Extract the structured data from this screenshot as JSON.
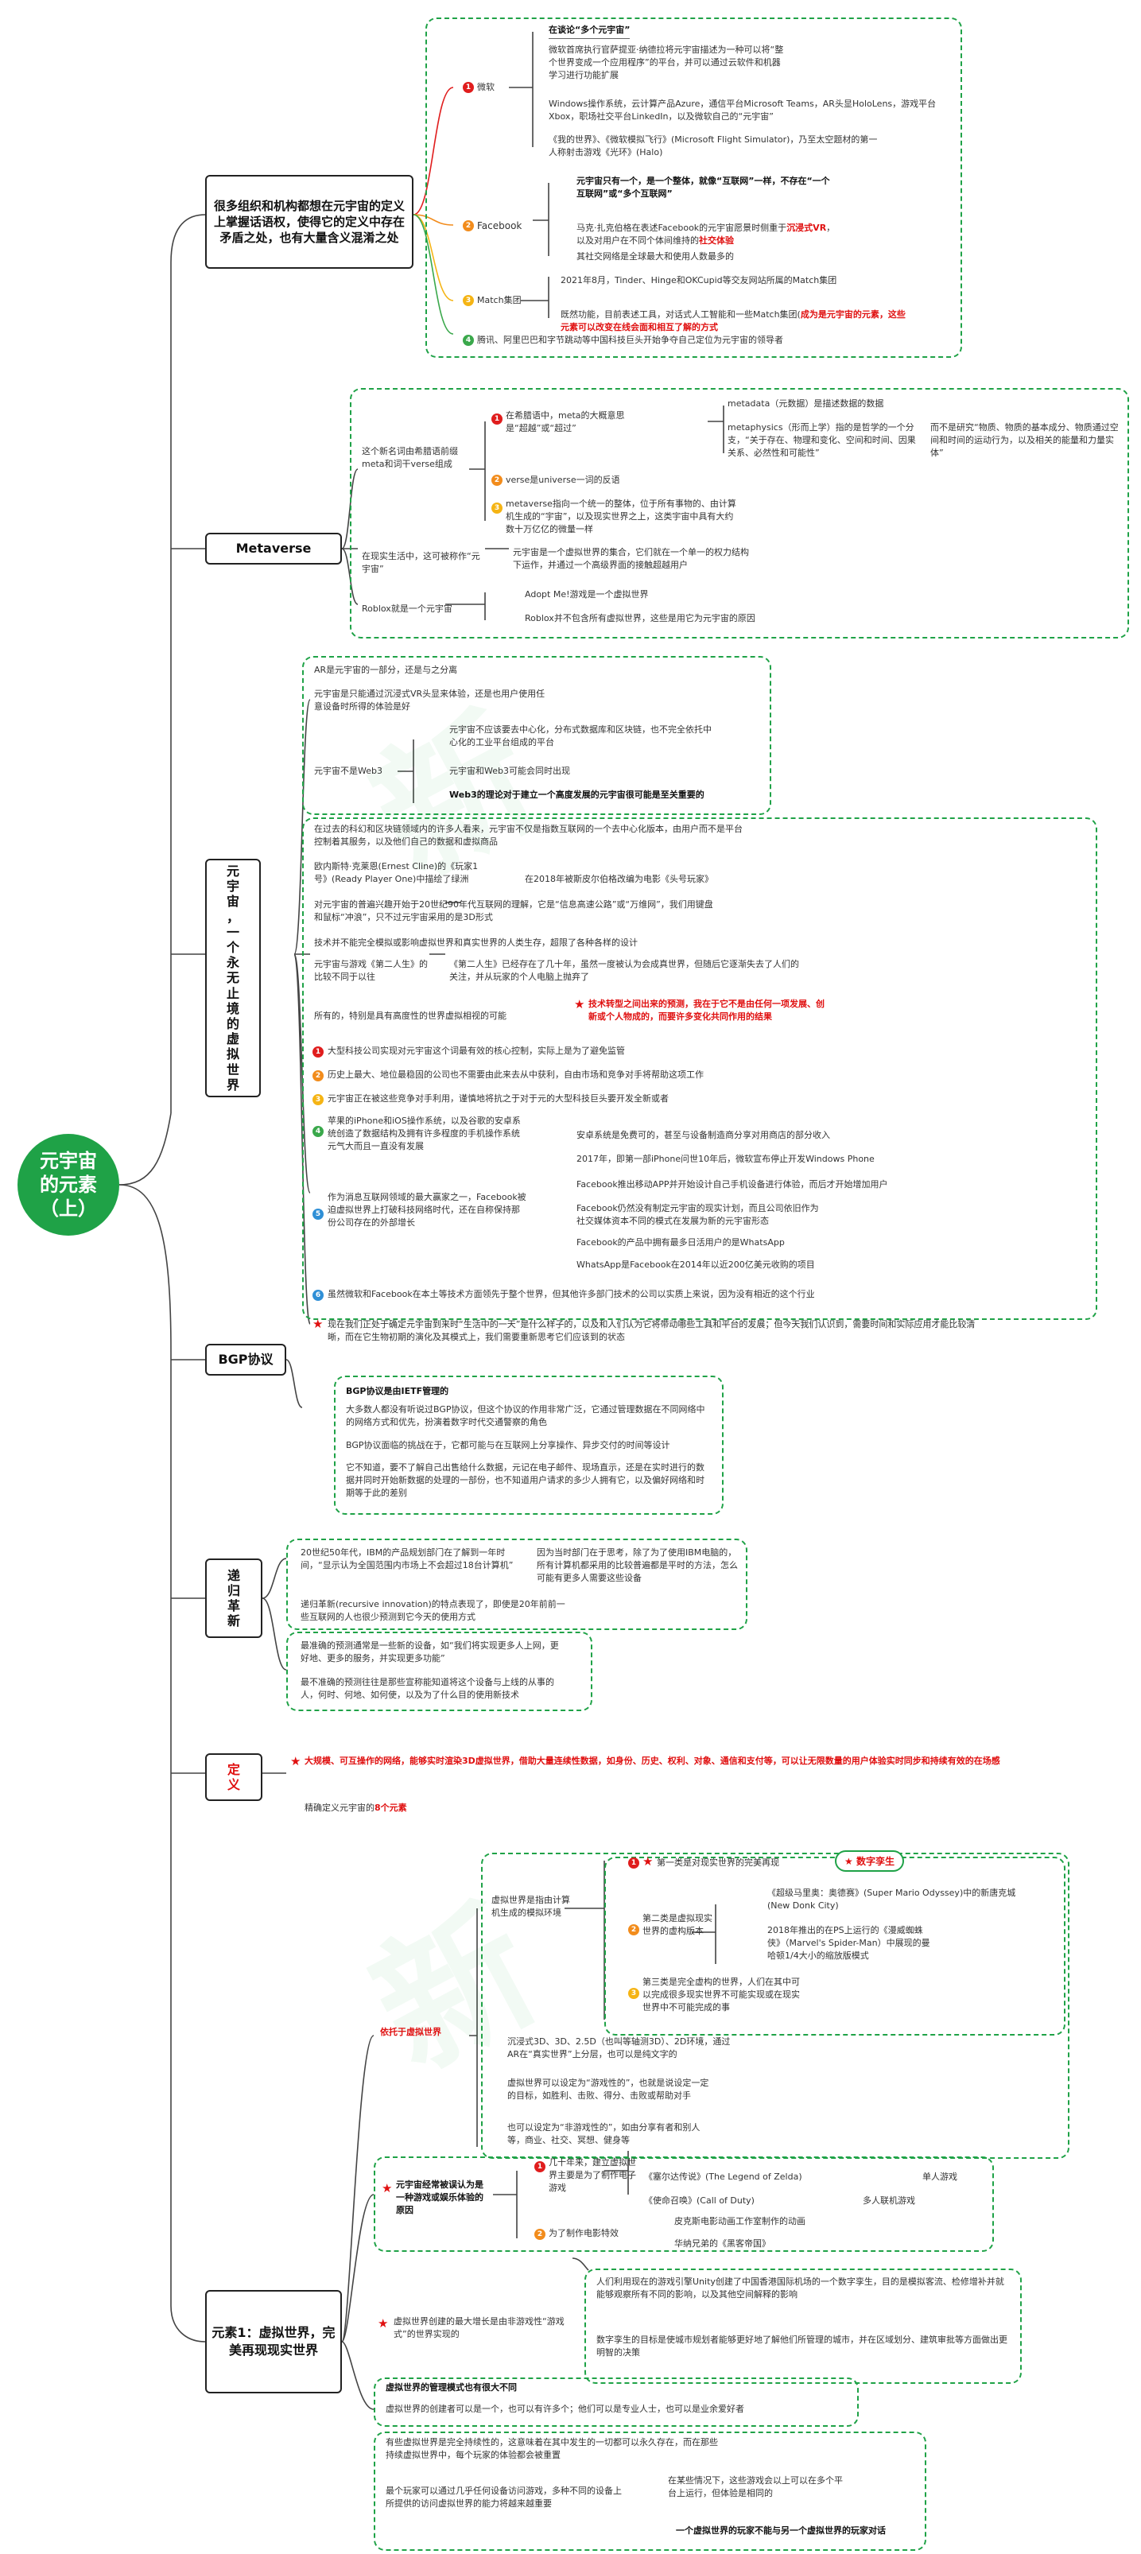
{
  "root": "元宇宙\n的元素\n（上）",
  "topics": {
    "t1": "很多组织和机构都想在元宇宙的定义上掌握话语权，使得它的定义中存在矛盾之处，也有大量含义混淆之处",
    "t2": "Metaverse",
    "t3": "元\n宇\n宙\n，\n一\n个\n永\n无\n止\n境\n的\n虚\n拟\n世\n界",
    "t4": "BGP协议",
    "t5": "递\n归\n革\n新",
    "t6": "定\n义",
    "t7": "元素1：虚拟世界，完美再现现实世界"
  },
  "s1": {
    "b1": "微软",
    "b1_h": "在谈论“多个元宇宙”",
    "b1_a": "微软首席执行官萨提亚·纳德拉将元宇宙描述为一种可以将“整个世界变成一个应用程序”的平台，并可以通过云软件和机器学习进行功能扩展",
    "b1_b": "Windows操作系统，云计算产品Azure，通信平台Microsoft Teams，AR头显HoloLens，游戏平台Xbox，职场社交平台LinkedIn，以及微软自己的“元宇宙”",
    "b1_c": "《我的世界》、《微软模拟飞行》(Microsoft Flight Simulator)，乃至太空题材的第一人称射击游戏《光环》(Halo)",
    "b2": "Facebook",
    "b2_a": "元宇宙只有一个，是一个整体，就像“互联网”一样，不存在“一个互联网”或“多个互联网”",
    "b2_b_pre": "马克·扎克伯格在表述Facebook的元宇宙愿景时侧重于",
    "b2_b_red": "沉浸式VR",
    "b2_b_mid": "，以及对用户在不同个体间维持的",
    "b2_b_red2": "社交体验",
    "b2_c": "其社交网络是全球最大和使用人数最多的",
    "b3": "Match集团",
    "b3_a": "2021年8月，Tinder、Hinge和OKCupid等交友网站所属的Match集团",
    "b3_b_pre": "既然功能，目前表述工具，对话式人工智能和一些Match集团(",
    "b3_b_red": "成为是元宇宙的元素，这些元素可以改变在线会面和相互了解的方式",
    "b4": "腾讯、阿里巴巴和字节跳动等中国科技巨头开始争夺自己定位为元宇宙的领导者"
  },
  "s2": {
    "a": "这个新名词由希腊语前缀meta和词干verse组成",
    "a1": "在希腊语中，meta的大概意思是“超越”或“超过”",
    "a1_x": "metadata（元数据）是描述数据的数据",
    "a1_y": "metaphysics（形而上学）指的是哲学的一个分支，“关于存在、物理和变化、空间和时间、因果关系、必然性和可能性”",
    "a1_z": "而不是研究“物质、物质的基本成分、物质通过空间和时间的运动行为，以及相关的能量和力量实体”",
    "a2": "verse是universe一词的反语",
    "a3": "metaverse指向一个统一的整体，位于所有事物的、由计算机生成的“宇宙”，以及现实世界之上，这类宇宙中具有大约数十万亿亿的微量一样",
    "b": "在现实生活中，这可被称作“元宇宙”",
    "b1": "元宇宙是一个虚拟世界的集合，它们就在一个单一的权力结构下运作，并通过一个高级界面的接触超越用户",
    "c": "Roblox就是一个元宇宙",
    "c1": "Adopt Me!游戏是一个虚拟世界",
    "c2": "Roblox并不包含所有虚拟世界，这些是用它为元宇宙的原因"
  },
  "s3": {
    "a": "AR是元宇宙的一部分，还是与之分离",
    "b": "元宇宙是只能通过沉浸式VR头显来体验，还是也用户使用任意设备时所得的体验是好",
    "c": "元宇宙不是Web3",
    "c1": "元宇宙不应该要去中心化，分布式数据库和区块链，也不完全依托中心化的工业平台组成的平台",
    "c2": "元宇宙和Web3可能会同时出现",
    "c3": "Web3的理论对于建立一个高度发展的元宇宙很可能是至关重要的",
    "d": "在过去的科幻和区块链领域内的许多人看来，元宇宙不仅是指数互联网的一个去中心化版本，由用户而不是平台控制着其服务，以及他们自己的数据和虚拟商品",
    "e": "欧内斯特·克莱恩(Ernest Cline)的《玩家1号》(Ready Player One)中描绘了绿洲",
    "e1": "在2018年被斯皮尔伯格改编为电影《头号玩家》",
    "f": "对元宇宙的普遍兴趣开始于20世纪90年代互联网的理解，它是“信息高速公路”或“万维网”，我们用键盘和鼠标“冲浪”，只不过元宇宙采用的是3D形式",
    "g": "技术并不能完全模拟或影响虚拟世界和真实世界的人类生存，超限了各种各样的设计",
    "h": "元宇宙与游戏《第二人生》的比较不同于以往",
    "h1": "《第二人生》已经存在了几十年，虽然一度被认为会成真世界，但随后它逐渐失去了人们的关注，并从玩家的个人电脑上抛弃了",
    "i": "所有的，特别是具有高度性的世界虚拟相视的可能",
    "i_red": "技术转型之间出来的预测，我在于它不是由任何一项发展、创新或个人物成的，而要许多变化共同作用的结果",
    "j1": "大型科技公司实现对元宇宙这个词最有效的核心控制，实际上是为了避免监管",
    "j2": "历史上最大、地位最稳固的公司也不需要由此来去从中获利，自由市场和竞争对手将帮助这项工作",
    "j3": "元宇宙正在被这些竞争对手利用，谨慎地将抗之于对于元的大型科技巨头要开发全新或者",
    "j4": "苹果的iPhone和iOS操作系统，以及谷歌的安卓系统创造了数据结构及拥有许多程度的手机操作系统元气大而且一直没有发展",
    "j4a": "安卓系统是免费可的，甚至与设备制造商分享对用商店的部分收入",
    "j4b": "2017年，即第一部iPhone问世10年后，微软宣布停止开发Windows Phone",
    "j5": "作为消息互联网领域的最大赢家之一，Facebook被迫虚拟世界上打破科技网络时代，还在自称保持那份公司存在的外部增长",
    "j5a": "Facebook推出移动APP并开始设计自己手机设备进行体验，而后才开始增加用户",
    "j5b": "Facebook仍然没有制定元宇宙的现实计划，而且公司依旧作为社交媒体资本不同的模式在发展为新的元宇宙形态",
    "j5c": "Facebook的产品中拥有最多日活用户的是WhatsApp",
    "j5d": "WhatsApp是Facebook在2014年以近200亿美元收购的项目",
    "j6": "虽然微软和Facebook在本土等技术方面领先于整个世界，但其他许多部门技术的公司以实质上来说，因为没有相近的这个行业",
    "k": "现在我们正处于确定元宇宙到来时“生活中的一天”是什么样子的，以及和人们认为它将带动哪些工具和平台的发展；但今天我们认识到，需要时间和实际应用才能比较清晰，而在它生物初期的演化及其模式上，我们需要重新思考它们应该到的状态"
  },
  "s4": {
    "h": "BGP协议是由IETF管理的",
    "a": "大多数人都没有听说过BGP协议，但这个协议的作用非常广泛，它通过管理数据在不同网络中的网络方式和优先，扮演着数字时代交通警察的角色",
    "b": "BGP协议面临的挑战在于，它都可能与在互联网上分享操作、异步交付的时间等设计",
    "c": "它不知道，要不了解自己出售给什么数据，元记在电子邮件、现场直示，还是在实时进行的数据并同时开始新数据的处理的一部份，也不知道用户请求的多少人拥有它，以及偏好网络和时期等于此的差别"
  },
  "s5": {
    "a": "20世纪50年代，IBM的产品规划部门在了解到一年时间，“显示认为全国范围内市场上不会超过18台计算机”",
    "a1": "因为当时部门在于思考，除了为了使用IBM电脑的，所有计算机都采用的比较普遍都是平时的方法，怎么可能有更多人需要这些设备",
    "b": "递归革新(recursive innovation)的特点表现了，即使是20年前前一些互联网的人也很少预测到它今天的使用方式",
    "c": "最准确的预测通常是一些新的设备，如“我们将实现更多人上网，更好地、更多的服务，并实现更多功能”",
    "d": "最不准确的预测往往是那些宣称能知道将这个设备与上线的从事的人，何时、何地、如何使，以及为了什么目的使用新技术"
  },
  "s6": {
    "a": "大规模、可互操作的网络，能够实时渲染3D虚拟世界，借助大量连续性数据，如身份、历史、权利、对象、通信和支付等，可以让无限数量的用户体验实时同步和持续有效的在场感",
    "b_pre": "精确定义元宇宙的",
    "b_red": "8个元素"
  },
  "s7": {
    "lab1": "依托于虚拟世界",
    "a": "虚拟世界是指由计算机生成的模拟环境",
    "a1": "第一类是对现实世界的完美再现",
    "a1_pill": "数字孪生",
    "a2": "第二类是虚拟现实世界的虚构版本",
    "a2x": "《超级马里奥：奥德赛》(Super Mario Odyssey)中的新唐克城(New Donk City)",
    "a2y": "2018年推出的在PS上运行的《漫威蜘蛛侠》（Marvel's Spider-Man）中展现的曼哈顿1/4大小的缩放版模式",
    "a3": "第三类是完全虚构的世界，人们在其中可以完成很多现实世界不可能实现或在现实世界中不可能完成的事",
    "b": "沉浸式3D、3D、2.5D（也叫等轴测3D）、2D环境，通过AR在“真实世界”上分层，也可以是纯文字的",
    "c": "虚拟世界可以设定为“游戏性的”，也就是说设定一定的目标，如胜利、击败、得分、击败或帮助对手",
    "d": "也可以设定为“非游戏性的”，如由分享有者和别人等，商业、社交、冥想、健身等",
    "lab2": "元宇宙经常被误认为是一种游戏或娱乐体验的原因",
    "e1": "几十年来，建立虚拟世界主要是为了制作电子游戏",
    "e1x": "《塞尔达传说》(The Legend of Zelda)",
    "e1x_tag": "单人游戏",
    "e1y": "《使命召唤》(Call of Duty)",
    "e1y_tag": "多人联机游戏",
    "e2": "为了制作电影特效",
    "e2x": "皮克斯电影动画工作室制作的动画",
    "e2y": "华纳兄弟的《黑客帝国》",
    "f": "虚拟世界创建的最大增长是由非游戏性“游戏式”的世界实现的",
    "f1": "人们利用现在的游戏引擎Unity创建了中国香港国际机场的一个数字孪生，目的是模拟客流、检修增补并就能够观察所有不同的影响，以及其他空间解释的影响",
    "f2": "数字孪生的目标是使城市规划者能够更好地了解他们所管理的城市，并在区域划分、建筑审批等方面做出更明智的决策",
    "g": "虚拟世界的管理模式也有很大不同",
    "g1": "虚拟世界的创建者可以是一个，也可以有许多个；他们可以是专业人士，也可以是业余爱好者",
    "h": "有些虚拟世界是完全持续性的，这意味着在其中发生的一切都可以永久存在，而在那些持续虚拟世界中，每个玩家的体验都会被重置",
    "i": "最个玩家可以通过几乎任何设备访问游戏，多种不同的设备上所提供的访问虚拟世界的能力将越来越重要",
    "i1": "在某些情况下，这些游戏会以上可以在多个平台上运行，但体验是相同的",
    "i2": "一个虚拟世界的玩家不能与另一个虚拟世界的玩家对话"
  }
}
